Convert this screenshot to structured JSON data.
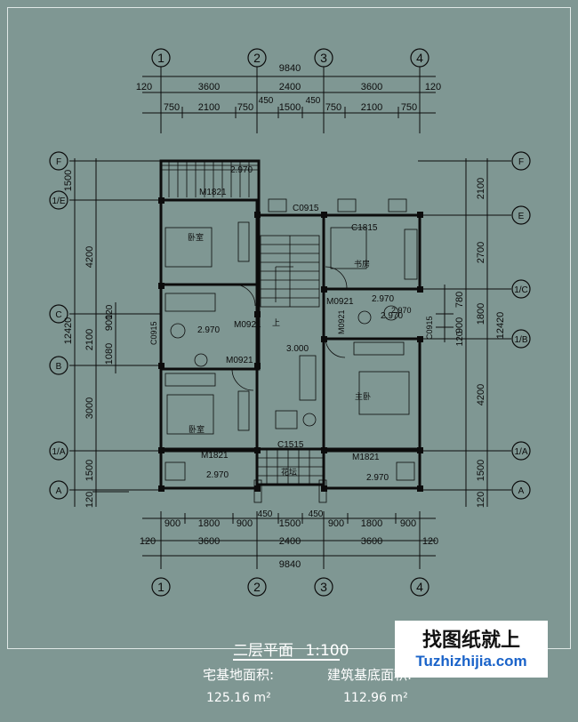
{
  "drawing": {
    "title": "二层平面",
    "scale": "1:100",
    "site_area_label": "宅基地面积:",
    "site_area_value": "125.16 m²",
    "building_area_label": "建筑基底面积:",
    "building_area_value": "112.96 m²"
  },
  "axes": {
    "columns": [
      "1",
      "2",
      "3",
      "4"
    ],
    "rows_left": [
      "F",
      "1/E",
      "C",
      "B",
      "1/A",
      "A"
    ],
    "rows_right": [
      "F",
      "E",
      "1/C",
      "1/B",
      "1/A",
      "A"
    ]
  },
  "dimensions": {
    "top_total": "9840",
    "top_offsets": [
      "120",
      "120"
    ],
    "top_bays": [
      "3600",
      "2400",
      "3600"
    ],
    "top_detail": [
      "750",
      "2100",
      "750",
      "1500",
      "750",
      "2100",
      "750"
    ],
    "top_small": [
      "450",
      "450"
    ],
    "bottom_total": "9840",
    "bottom_offsets": [
      "120",
      "120"
    ],
    "bottom_bays": [
      "3600",
      "2400",
      "3600"
    ],
    "bottom_detail": [
      "900",
      "1800",
      "900",
      "1500",
      "900",
      "1800",
      "900"
    ],
    "bottom_small": [
      "450",
      "450"
    ],
    "left_total": "12420",
    "left_segments": [
      "1500",
      "4200",
      "2100",
      "3000",
      "1500",
      "120"
    ],
    "left_inner": [
      "900",
      "1080",
      "120"
    ],
    "right_total": "12420",
    "right_segments": [
      "2100",
      "2700",
      "1800",
      "4200",
      "1500",
      "120"
    ],
    "right_inner": [
      "780",
      "900",
      "120"
    ]
  },
  "labels": {
    "door_m1821": "M1821",
    "window_c0915": "C0915",
    "window_c1815": "C1815",
    "door_m0921": "M0921",
    "door_m0921b": "M0921",
    "door_m0921c": "M0921",
    "door_m0921d": "M0921",
    "window_c0915b": "C0915",
    "window_c0915c": "C0915",
    "window_c1515": "C1515",
    "door_m1821b": "M1821",
    "door_m1821c": "M1821",
    "elev_1": "2.970",
    "elev_2": "2.970",
    "elev_3": "2.970",
    "elev_4": "2.970",
    "elev_5": "2.970",
    "elev_6": "2.970",
    "elev_7": "3.000",
    "elev_8": "2.970",
    "room_bedroom": "卧室",
    "room_study": "书房",
    "room_master": "主卧",
    "room_bedroom2": "卧室",
    "room_flower": "花坛",
    "stair_up": "上"
  },
  "brand": {
    "cn": "找图纸就上",
    "en": "Tuzhizhijia.com"
  },
  "colors": {
    "background": "#7f9793",
    "lines": "#0c0c0c",
    "frame": "#dfe8e6",
    "brand_blue": "#1a63c9"
  }
}
